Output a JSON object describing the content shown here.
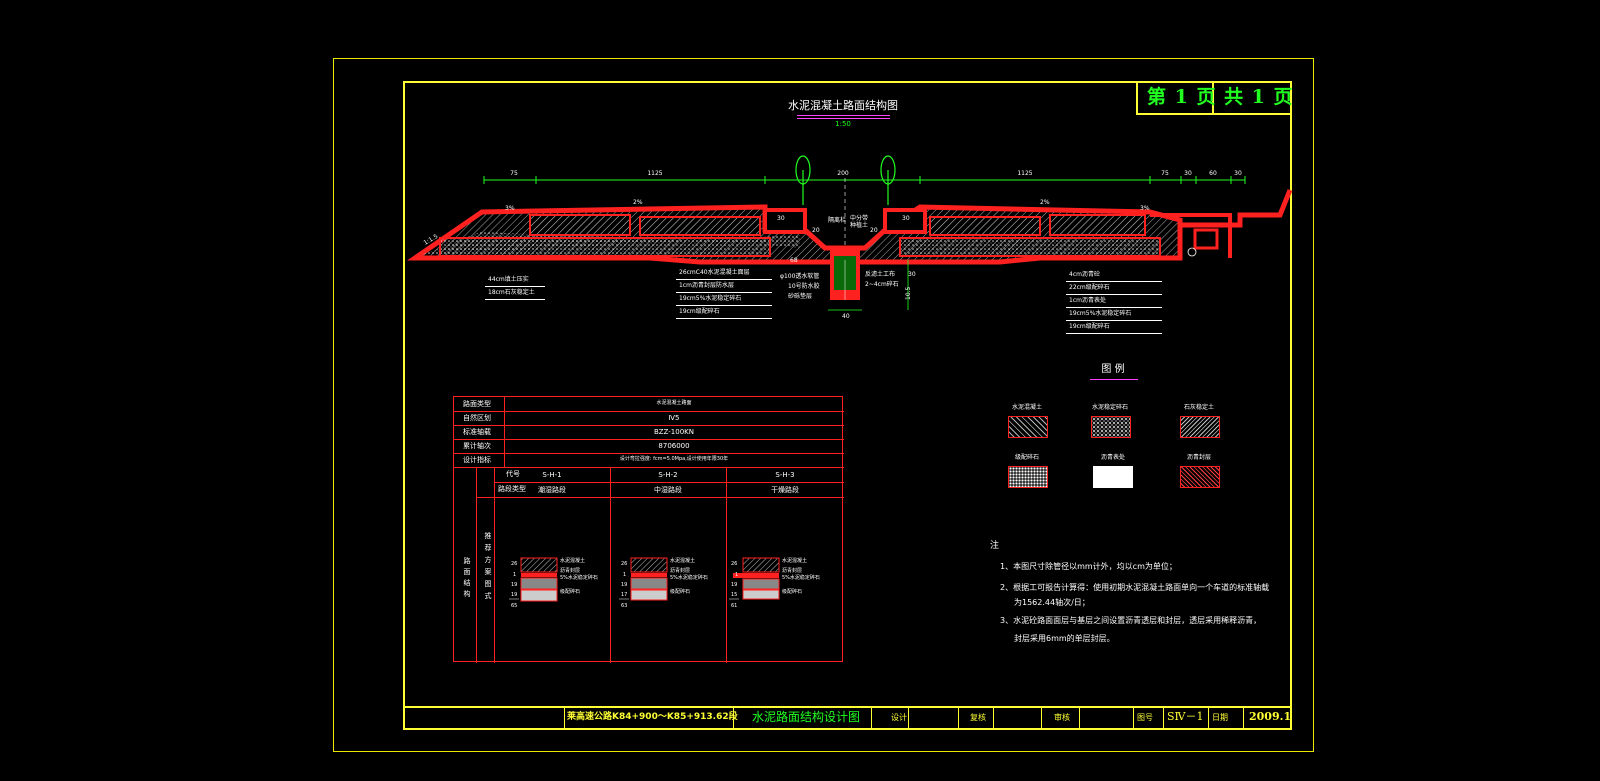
{
  "drawing": {
    "title": "水泥混凝土路面结构图",
    "scale": "1:50",
    "page_label": "第 1 页 共 1 页"
  },
  "dimensions_top": [
    "75",
    "1125",
    "200",
    "1125",
    "75",
    "30",
    "60",
    "30"
  ],
  "cross_section_labels": {
    "slope_left": "1:1.5",
    "grade_left_outer": "3%",
    "grade_left": "2%",
    "grade_right": "2%",
    "grade_right_outer": "3%",
    "curb_left": "30",
    "curb_right": "30",
    "median_left": "20",
    "median_right": "20",
    "median_text_1": "隔离栏",
    "median_text_2": "种植土",
    "median_text_3": "中分带",
    "dim_68": "68",
    "dim_30": "30",
    "dim_40": "40",
    "dim_105": "10.5"
  },
  "layer_notes_left_shoulder": [
    "44cm填土压实",
    "18cm石灰稳定土"
  ],
  "layer_notes_center": [
    "26cmC40水泥混凝土面层",
    "1cm沥青封层防水层",
    "19cm5%水泥稳定碎石",
    "19cm级配碎石"
  ],
  "drain_notes": [
    "φ100透水软管",
    "10号防水胶",
    "砂砾垫层",
    "反滤土工布",
    "2~4cm碎石"
  ],
  "layer_notes_right": [
    "4cm沥青砼",
    "22cm级配碎石",
    "1cm沥青表处",
    "19cm5%水泥稳定碎石",
    "19cm级配碎石"
  ],
  "legend": {
    "title": "图 例",
    "items": [
      "水泥混凝土",
      "水泥稳定碎石",
      "石灰稳定土",
      "级配碎石",
      "沥青表处",
      "沥青封层"
    ]
  },
  "table": {
    "rows": [
      {
        "label": "路面类型",
        "value": "水泥混凝土路面"
      },
      {
        "label": "自然区划",
        "value": "Ⅳ5"
      },
      {
        "label": "标准轴载",
        "value": "BZZ-100KN"
      },
      {
        "label": "累计轴次",
        "value": "8706000"
      },
      {
        "label": "设计指标",
        "value": "设计弯拉强度: fcm=5.0Mpa,设计使用年限30年"
      }
    ],
    "code_label": "代号",
    "type_label": "路段类型",
    "side_label": "路面结构",
    "sub_label": "推荐方案图式",
    "columns": [
      {
        "code": "S-H-1",
        "type": "潮湿路段",
        "nums": [
          "26",
          "1",
          "19",
          "19",
          "65"
        ],
        "notes": [
          "水泥混凝土",
          "沥青封层",
          "5%水泥稳定碎石",
          "级配碎石"
        ]
      },
      {
        "code": "S-H-2",
        "type": "中湿路段",
        "nums": [
          "26",
          "1",
          "19",
          "17",
          "63"
        ],
        "notes": [
          "水泥混凝土",
          "沥青封层",
          "5%水泥稳定碎石",
          "级配碎石"
        ]
      },
      {
        "code": "S-H-3",
        "type": "干燥路段",
        "nums": [
          "26",
          "1",
          "19",
          "15",
          "61"
        ],
        "notes": [
          "水泥混凝土",
          "沥青封层",
          "5%水泥稳定碎石",
          "级配碎石"
        ]
      }
    ]
  },
  "notes": {
    "heading": "注",
    "items": [
      "1、本图尺寸除管径以mm计外，均以cm为单位；",
      "2、根据工可报告计算得：使用初期水泥混凝土路面单向一个车道的标准轴载",
      "为1562.44轴次/日；",
      "3、水泥砼路面面层与基层之间设置沥青透层和封层，透层采用稀释沥青，",
      "封层采用6mm的单层封层。"
    ]
  },
  "title_block": {
    "project": "莱高速公路K84+900～K85+913.62段",
    "drawing_name": "水泥路面结构设计图",
    "design": "设计",
    "review": "复核",
    "audit": "审核",
    "drawing_no_label": "图号",
    "drawing_no": "SⅣ－1",
    "date_label": "日期",
    "date": "2009.1"
  },
  "colors": {
    "frame": "#ffff33",
    "structure": "#ff2020",
    "text": "#ffffff",
    "green": "#20ff20",
    "magenta": "#ff40ff"
  }
}
